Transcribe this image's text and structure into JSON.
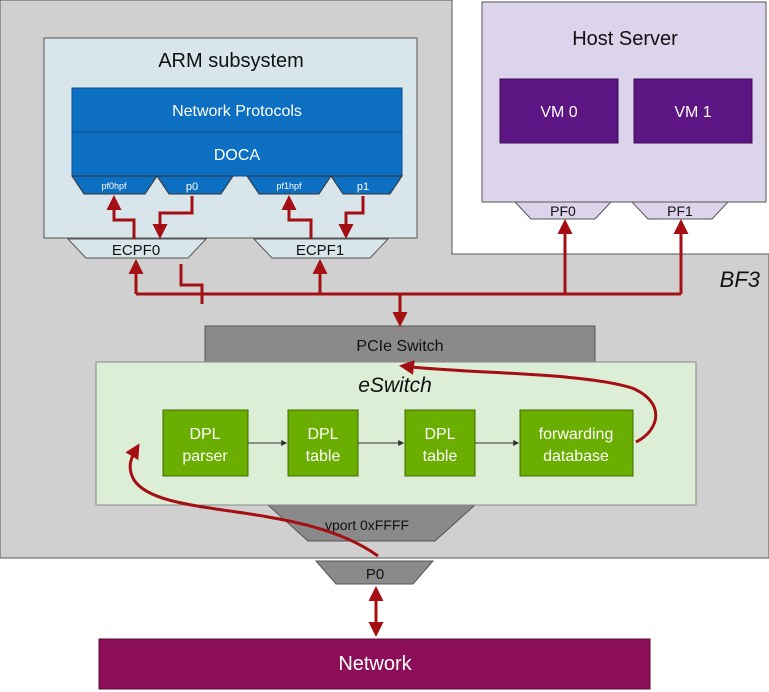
{
  "bf3": {
    "label": "BF3"
  },
  "arm": {
    "title": "ARM subsystem",
    "network_protocols": "Network Protocols",
    "doca": "DOCA",
    "ports": [
      "pf0hpf",
      "p0",
      "pf1hpf",
      "p1"
    ],
    "ecpf": [
      "ECPF0",
      "ECPF1"
    ]
  },
  "host": {
    "title": "Host Server",
    "vms": [
      "VM 0",
      "VM 1"
    ],
    "pfs": [
      "PF0",
      "PF1"
    ]
  },
  "pcie": {
    "label": "PCIe Switch"
  },
  "eswitch": {
    "title": "eSwitch",
    "blocks": [
      [
        "DPL",
        "parser"
      ],
      [
        "DPL",
        "table"
      ],
      [
        "DPL",
        "table"
      ],
      [
        "forwarding",
        "database"
      ]
    ],
    "vport": "vport 0xFFFF"
  },
  "p0": {
    "label": "P0"
  },
  "network": {
    "label": "Network"
  },
  "colors": {
    "bf3_bg": "#d0d0d0",
    "arm_bg": "#d8e6ec",
    "blue": "#0d6fc1",
    "host_bg": "#dcd4ea",
    "vm": "#5c1583",
    "eswitch_bg": "#ddeed7",
    "green": "#6aae00",
    "gray_box": "#8a8a8a",
    "network": "#8c0e58",
    "arrow": "#a30f12"
  }
}
